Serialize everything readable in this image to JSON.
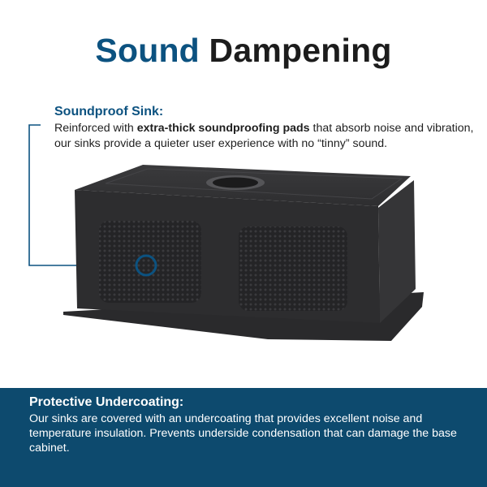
{
  "title": {
    "accent": "Sound",
    "rest": "Dampening"
  },
  "callout": {
    "heading": "Soundproof Sink:",
    "body_prefix": "Reinforced with ",
    "body_bold": "extra-thick soundproofing pads",
    "body_suffix": " that absorb noise and vibration, our sinks provide a quieter user experience with no “tinny” sound."
  },
  "banner": {
    "heading": "Protective Undercoating:",
    "body": "Our sinks are covered with an undercoating that provides excellent noise and temperature insulation. Prevents underside condensation that can damage the base cabinet."
  },
  "colors": {
    "accent_blue": "#0c5280",
    "banner_blue": "#0d4a6e",
    "sink_black": "#2d2d2f"
  },
  "icons": {
    "pointer": "callout-circle-marker"
  }
}
